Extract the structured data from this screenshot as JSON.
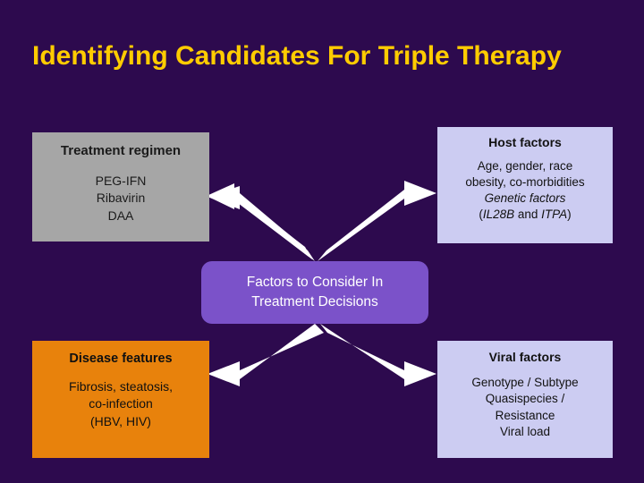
{
  "slide": {
    "title": "Identifying Candidates For Triple Therapy",
    "background_color": "#2d0a4e",
    "title_color": "#ffcc00"
  },
  "center": {
    "line1": "Factors to Consider In",
    "line2": "Treatment Decisions",
    "color": "#7b52c9"
  },
  "boxes": {
    "treatment": {
      "heading": "Treatment regimen",
      "lines": [
        "PEG-IFN",
        "Ribavirin",
        "DAA"
      ],
      "color": "#a6a6a6"
    },
    "host": {
      "heading": "Host factors",
      "lines": [
        "Age, gender, race",
        "obesity, co-morbidities"
      ],
      "italic_line": "Genetic factors",
      "mixed_line_prefix": "(",
      "mixed_line_italic1": "IL28B",
      "mixed_line_mid": " and ",
      "mixed_line_italic2": "ITPA",
      "mixed_line_suffix": ")",
      "color": "#ccccf2"
    },
    "disease": {
      "heading": "Disease features",
      "lines": [
        "Fibrosis, steatosis,",
        "co-infection",
        "(HBV, HIV)"
      ],
      "color": "#e8820c"
    },
    "viral": {
      "heading": "Viral factors",
      "lines": [
        "Genotype / Subtype",
        "Quasispecies /",
        "Resistance",
        "Viral load"
      ],
      "color": "#ccccf2"
    }
  },
  "arrows": {
    "color": "#ffffff",
    "items": [
      "arrow-center-to-treatment",
      "arrow-center-to-host",
      "arrow-center-to-disease",
      "arrow-center-to-viral"
    ]
  }
}
